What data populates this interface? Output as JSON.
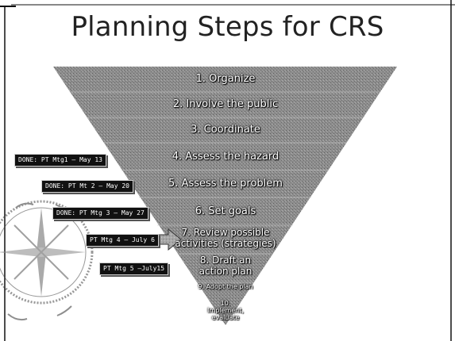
{
  "slide": {
    "title": "Planning Steps for CRS",
    "steps": [
      "1. Organize",
      "2. Involve the public",
      "3. Coordinate",
      "4. Assess the hazard",
      "5. Assess the problem",
      "6. Set goals",
      "7. Review possible activities (strategies)",
      "8. Draft an action plan",
      "9. Adopt the plan",
      "10. Implement, evaluate"
    ],
    "meetings": [
      "DONE: PT Mtg1 – May 13",
      "DONE: PT Mt 2 – May 20",
      "DONE: PT Mtg 3 – May 27",
      "PT Mtg 4 – July 6",
      "PT Mtg 5 –July15"
    ]
  },
  "colors": {
    "funnel_fill": "#8a8a8a",
    "tag_background": "#111111",
    "text": "#ffffff"
  },
  "icons": {
    "compass": "compass-rose-icon",
    "arrow": "right-arrow-icon"
  }
}
